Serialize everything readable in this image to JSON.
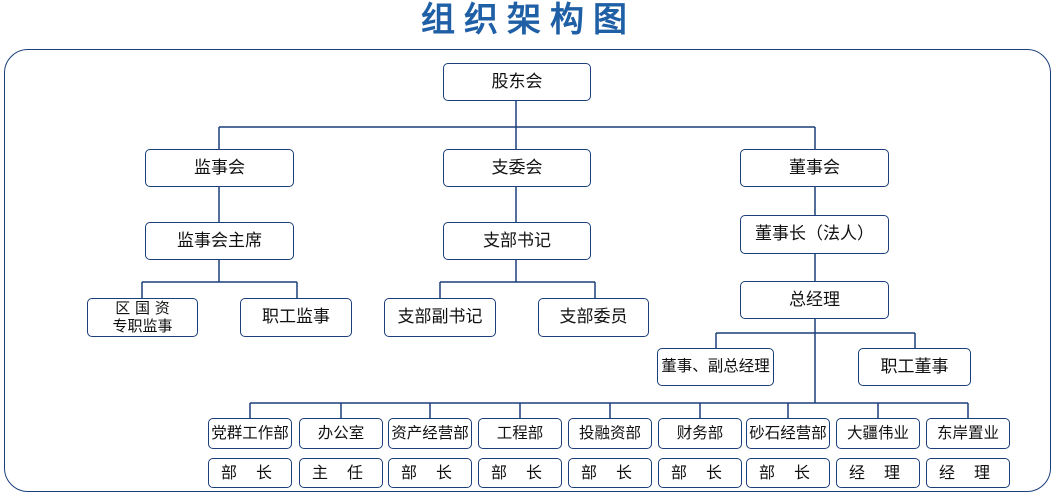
{
  "title": "组织架构图",
  "colors": {
    "border": "#1b3f7a",
    "title": "#1f5fa6"
  },
  "nodes": {
    "shareholders": "股东会",
    "supervisory_board": "监事会",
    "branch_committee": "支委会",
    "board": "董事会",
    "supervisory_chair": "监事会主席",
    "branch_secretary": "支部书记",
    "chairman": "董事长（法人）",
    "state_supervisor": "区 国 资\n专职监事",
    "staff_supervisor": "职工监事",
    "deputy_secretary": "支部副书记",
    "branch_member": "支部委员",
    "general_manager": "总经理",
    "deputy_gm": "董事、副总经理",
    "staff_director": "职工董事"
  },
  "departments": [
    {
      "name": "党群工作部",
      "head": "部 长"
    },
    {
      "name": "办公室",
      "head": "主 任"
    },
    {
      "name": "资产经营部",
      "head": "部 长"
    },
    {
      "name": "工程部",
      "head": "部 长"
    },
    {
      "name": "投融资部",
      "head": "部 长"
    },
    {
      "name": "财务部",
      "head": "部 长"
    },
    {
      "name": "砂石经营部",
      "head": "部 长"
    },
    {
      "name": "大疆伟业",
      "head": "经 理"
    },
    {
      "name": "东岸置业",
      "head": "经 理"
    }
  ]
}
